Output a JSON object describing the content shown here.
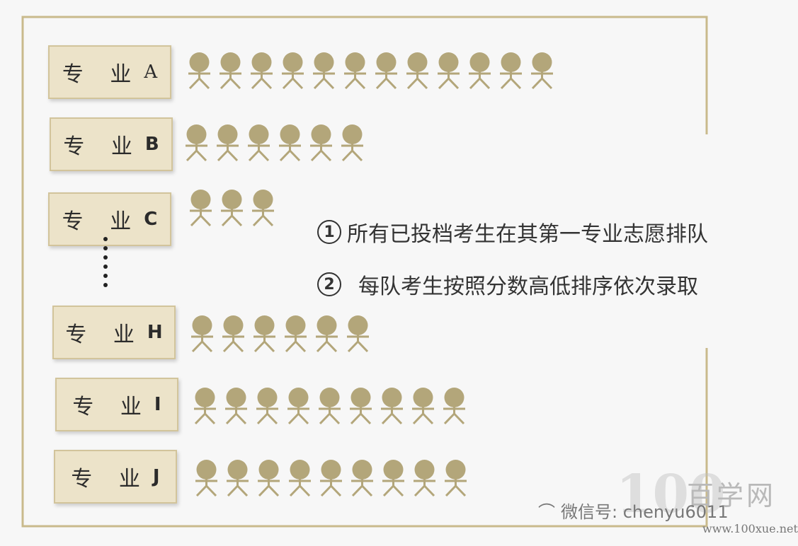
{
  "majors": [
    {
      "prefix": "专 业",
      "code": "A",
      "count": 12
    },
    {
      "prefix": "专 业",
      "code": "B",
      "count": 6
    },
    {
      "prefix": "专 业",
      "code": "C",
      "count": 3
    },
    {
      "prefix": "专 业",
      "code": "H",
      "count": 6
    },
    {
      "prefix": "专 业",
      "code": "I",
      "count": 9
    },
    {
      "prefix": "专 业",
      "code": "J",
      "count": 9
    }
  ],
  "notes": [
    {
      "num": "1",
      "text": "所有已投档考生在其第一专业志愿排队"
    },
    {
      "num": "2",
      "text": "每队考生按照分数高低排序依次录取"
    }
  ],
  "watermark": {
    "wechat": "微信号: chenyu6011",
    "brand": "百学网",
    "big": "100",
    "site": "www.100xue.net"
  },
  "colors": {
    "box_fill": "#ece3c9",
    "box_border": "#d2c49b",
    "person": "#b3a67a",
    "frame": "#c9ba8c"
  }
}
